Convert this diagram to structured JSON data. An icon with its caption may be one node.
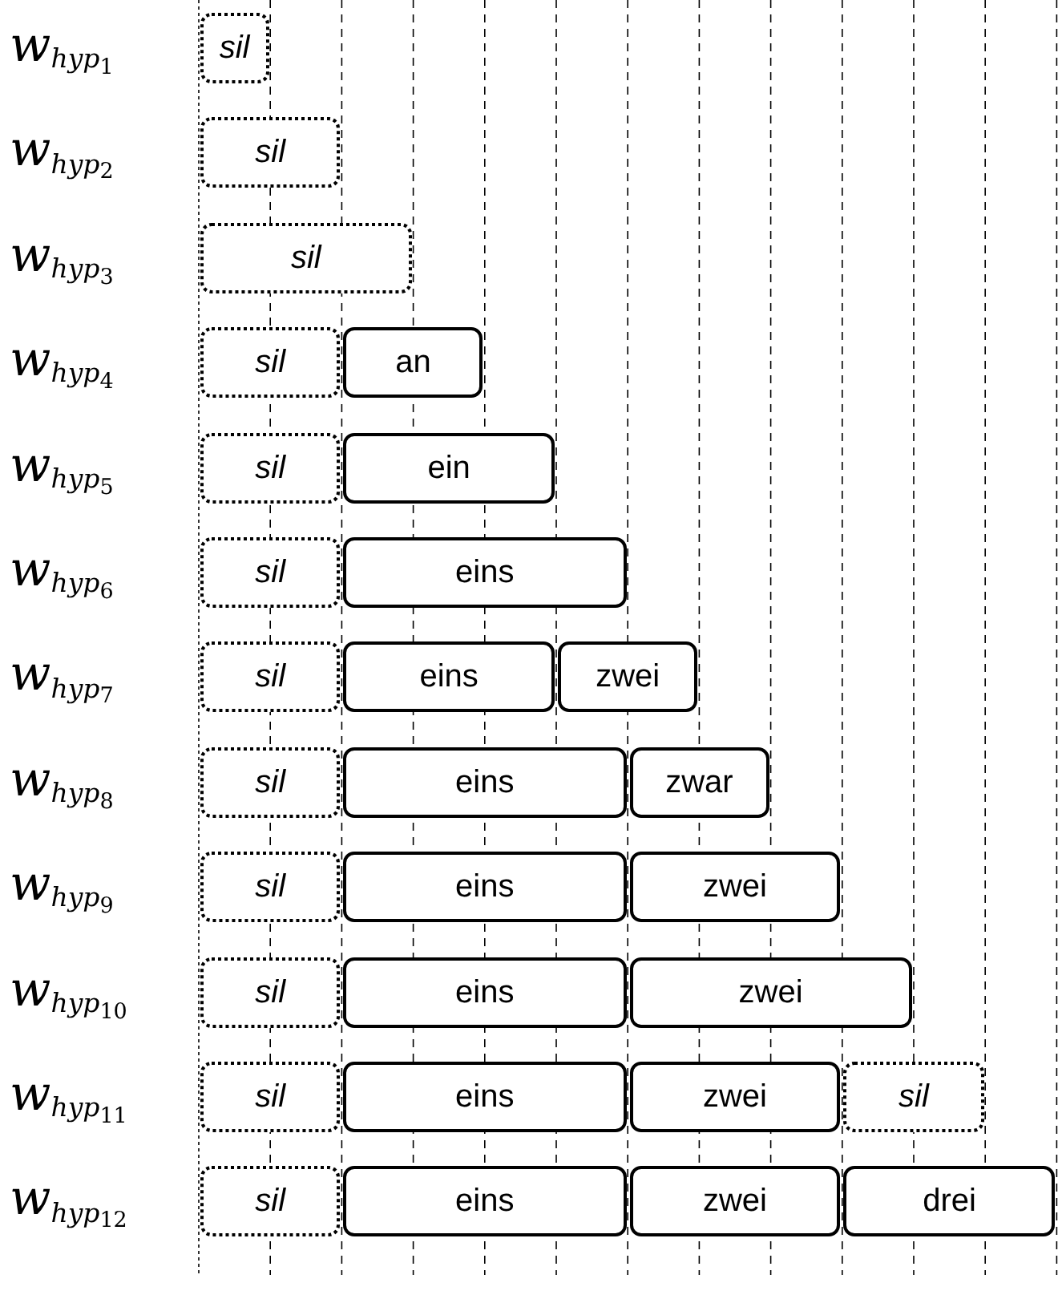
{
  "diagram": {
    "nodes": [
      {
        "text": [
          "*sil*"
        ]
      },
      {
        "text": [
          "*sil*"
        ]
      },
      {
        "text": [
          "*sil*"
        ]
      },
      {
        "text": [
          "*sil*"
        ]
      },
      {
        "text": [
          "an"
        ]
      },
      {
        "text": [
          "*sil*"
        ]
      },
      {
        "text": [
          "ein"
        ]
      },
      {
        "text": [
          "*sil*"
        ]
      },
      {
        "text": [
          "eins"
        ]
      },
      {
        "text": [
          "*sil*"
        ]
      },
      {
        "text": [
          "eins"
        ]
      },
      {
        "text": [
          "zwei"
        ]
      },
      {
        "text": [
          "*sil*"
        ]
      },
      {
        "text": [
          "eins"
        ]
      },
      {
        "text": [
          "zwar"
        ]
      },
      {
        "text": [
          "*sil*"
        ]
      },
      {
        "text": [
          "eins"
        ]
      },
      {
        "text": [
          "zwei"
        ]
      },
      {
        "text": [
          "*sil*"
        ]
      },
      {
        "text": [
          "eins"
        ]
      },
      {
        "text": [
          "zwei"
        ]
      },
      {
        "text": [
          "*sil*"
        ]
      },
      {
        "text": [
          "eins"
        ]
      },
      {
        "text": [
          "zwei"
        ]
      },
      {
        "text": [
          "*sil*"
        ]
      },
      {
        "text": [
          "*sil*"
        ]
      },
      {
        "text": [
          "eins"
        ]
      },
      {
        "text": [
          "zwei"
        ]
      },
      {
        "text": [
          "drei"
        ]
      }
    ],
    "labels": [
      "w$_{hyp}$$_{1}$",
      "w$_{hyp}$$_{2}$",
      "w$_{hyp}$$_{3}$",
      "w$_{hyp}$$_{4}$",
      "w$_{hyp}$$_{5}$",
      "w$_{hyp}$$_{6}$",
      "w$_{hyp}$$_{7}$",
      "w$_{hyp}$$_{8}$",
      "w$_{hyp}$$_{9}$",
      "w$_{hyp}$$_{10}$",
      "w$_{hyp}$$_{11}$",
      "w$_{hyp}$$_{12}$"
    ]
  }
}
